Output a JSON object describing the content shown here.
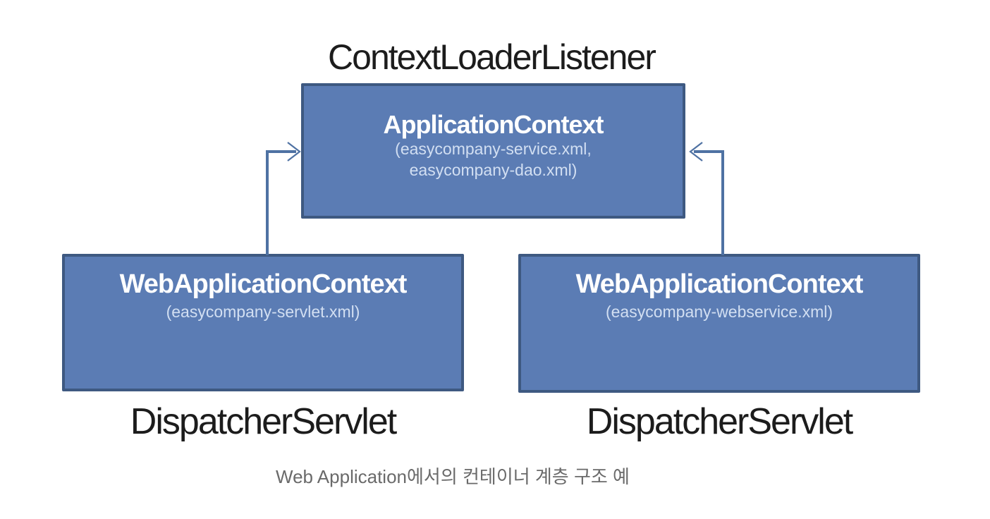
{
  "diagram": {
    "title": "ContextLoaderListener",
    "root_box": {
      "title": "ApplicationContext",
      "subtitle_line1": "(easycompany-service.xml,",
      "subtitle_line2": "easycompany-dao.xml)"
    },
    "left_box": {
      "title": "WebApplicationContext",
      "subtitle": "(easycompany-servlet.xml)",
      "label_below": "DispatcherServlet"
    },
    "right_box": {
      "title": "WebApplicationContext",
      "subtitle": "(easycompany-webservice.xml)",
      "label_below": "DispatcherServlet"
    },
    "caption": "Web Application에서의 컨테이너 계층 구조 예",
    "colors": {
      "box_fill": "#5b7cb4",
      "box_border": "#3e5981",
      "arrow": "#4f72a3",
      "title_text": "#1c1c1c",
      "box_title_text": "#ffffff",
      "box_subtitle_text": "#d2dff2",
      "caption_text": "#6a6a6a",
      "page_bg": "#ffffff"
    }
  }
}
